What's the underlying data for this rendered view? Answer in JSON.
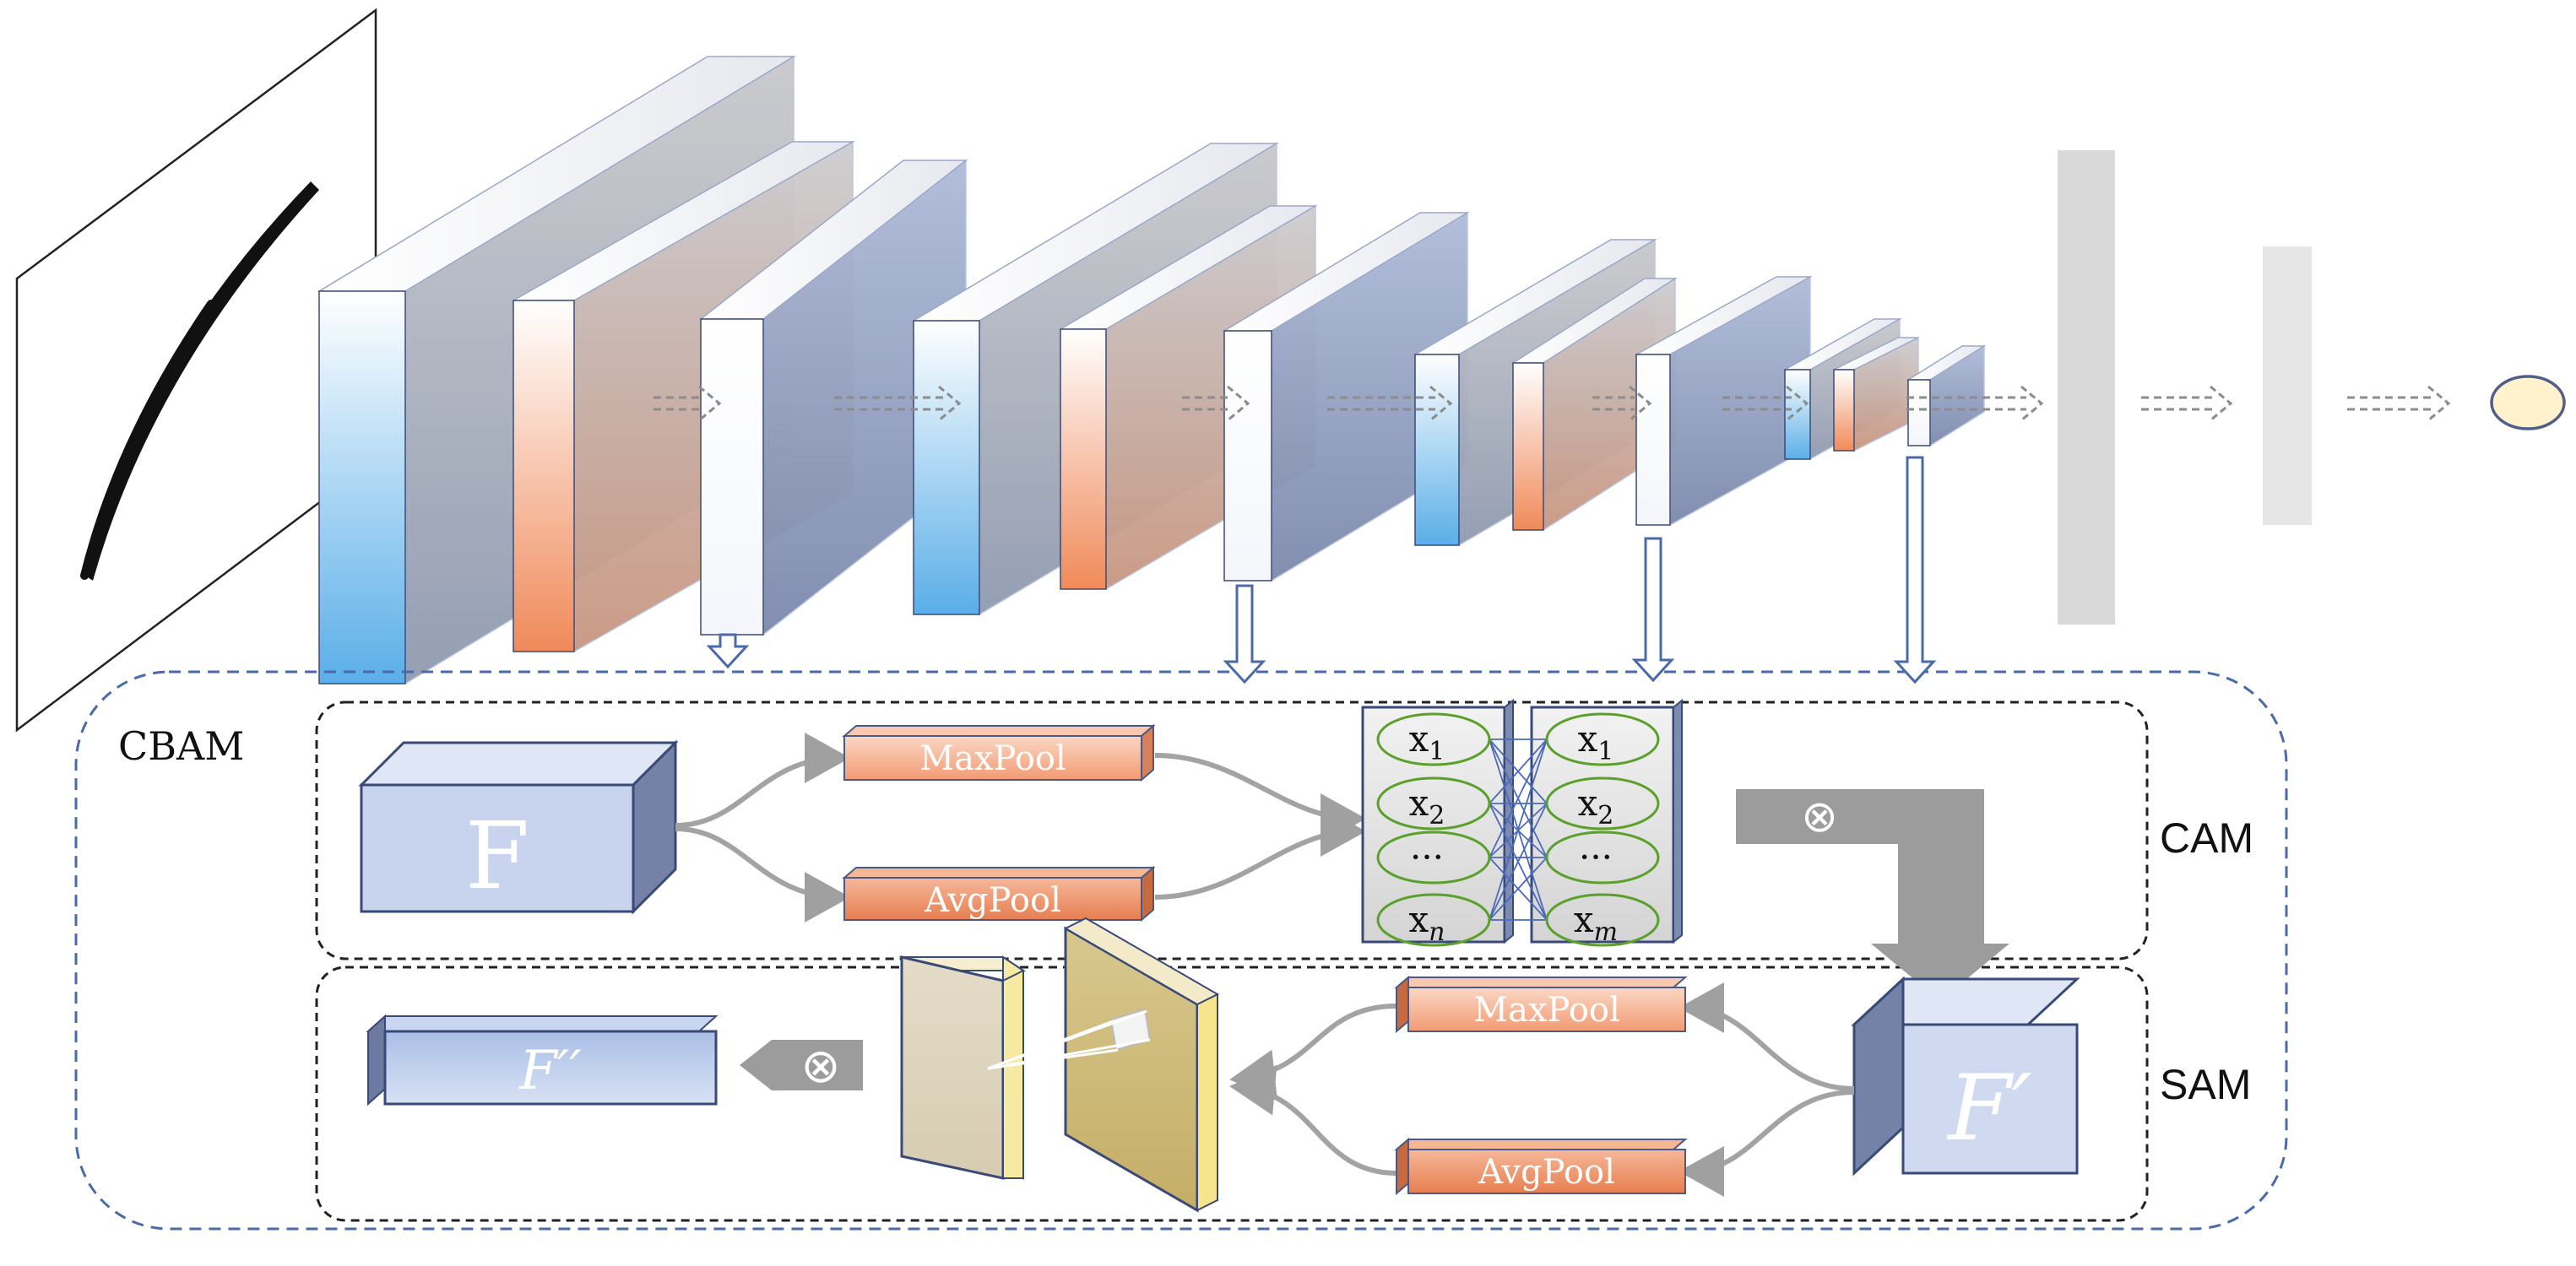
{
  "labels": {
    "cbam": "CBAM",
    "cam": "CAM",
    "sam": "SAM"
  },
  "cam": {
    "feature": "F",
    "maxpool": "MaxPool",
    "avgpool": "AvgPool",
    "mlp_in": [
      "x",
      "x",
      "···",
      "x"
    ],
    "mlp_in_subs": [
      "1",
      "2",
      "",
      "n"
    ],
    "mlp_out": [
      "x",
      "x",
      "···",
      "x"
    ],
    "mlp_out_subs": [
      "1",
      "2",
      "",
      "m"
    ],
    "multiply": "⊗"
  },
  "sam": {
    "feature_in": "F′",
    "feature_out": "F′′",
    "maxpool": "MaxPool",
    "avgpool": "AvgPool",
    "multiply": "⊗"
  },
  "colors": {
    "cbam_border": "#4a6aa8",
    "blue_layer": "#5aaee8",
    "orange_layer": "#f08a5a",
    "pool_orange": "#f4a07a",
    "feature_blue": "#c8d4ee",
    "mlp_circle": "#5aa02a",
    "gray_arrow": "#9a9a9a"
  },
  "icons": [
    "input-image",
    "dashed-forward-arrow",
    "down-hollow-arrow",
    "multiply-icon",
    "output-node"
  ]
}
